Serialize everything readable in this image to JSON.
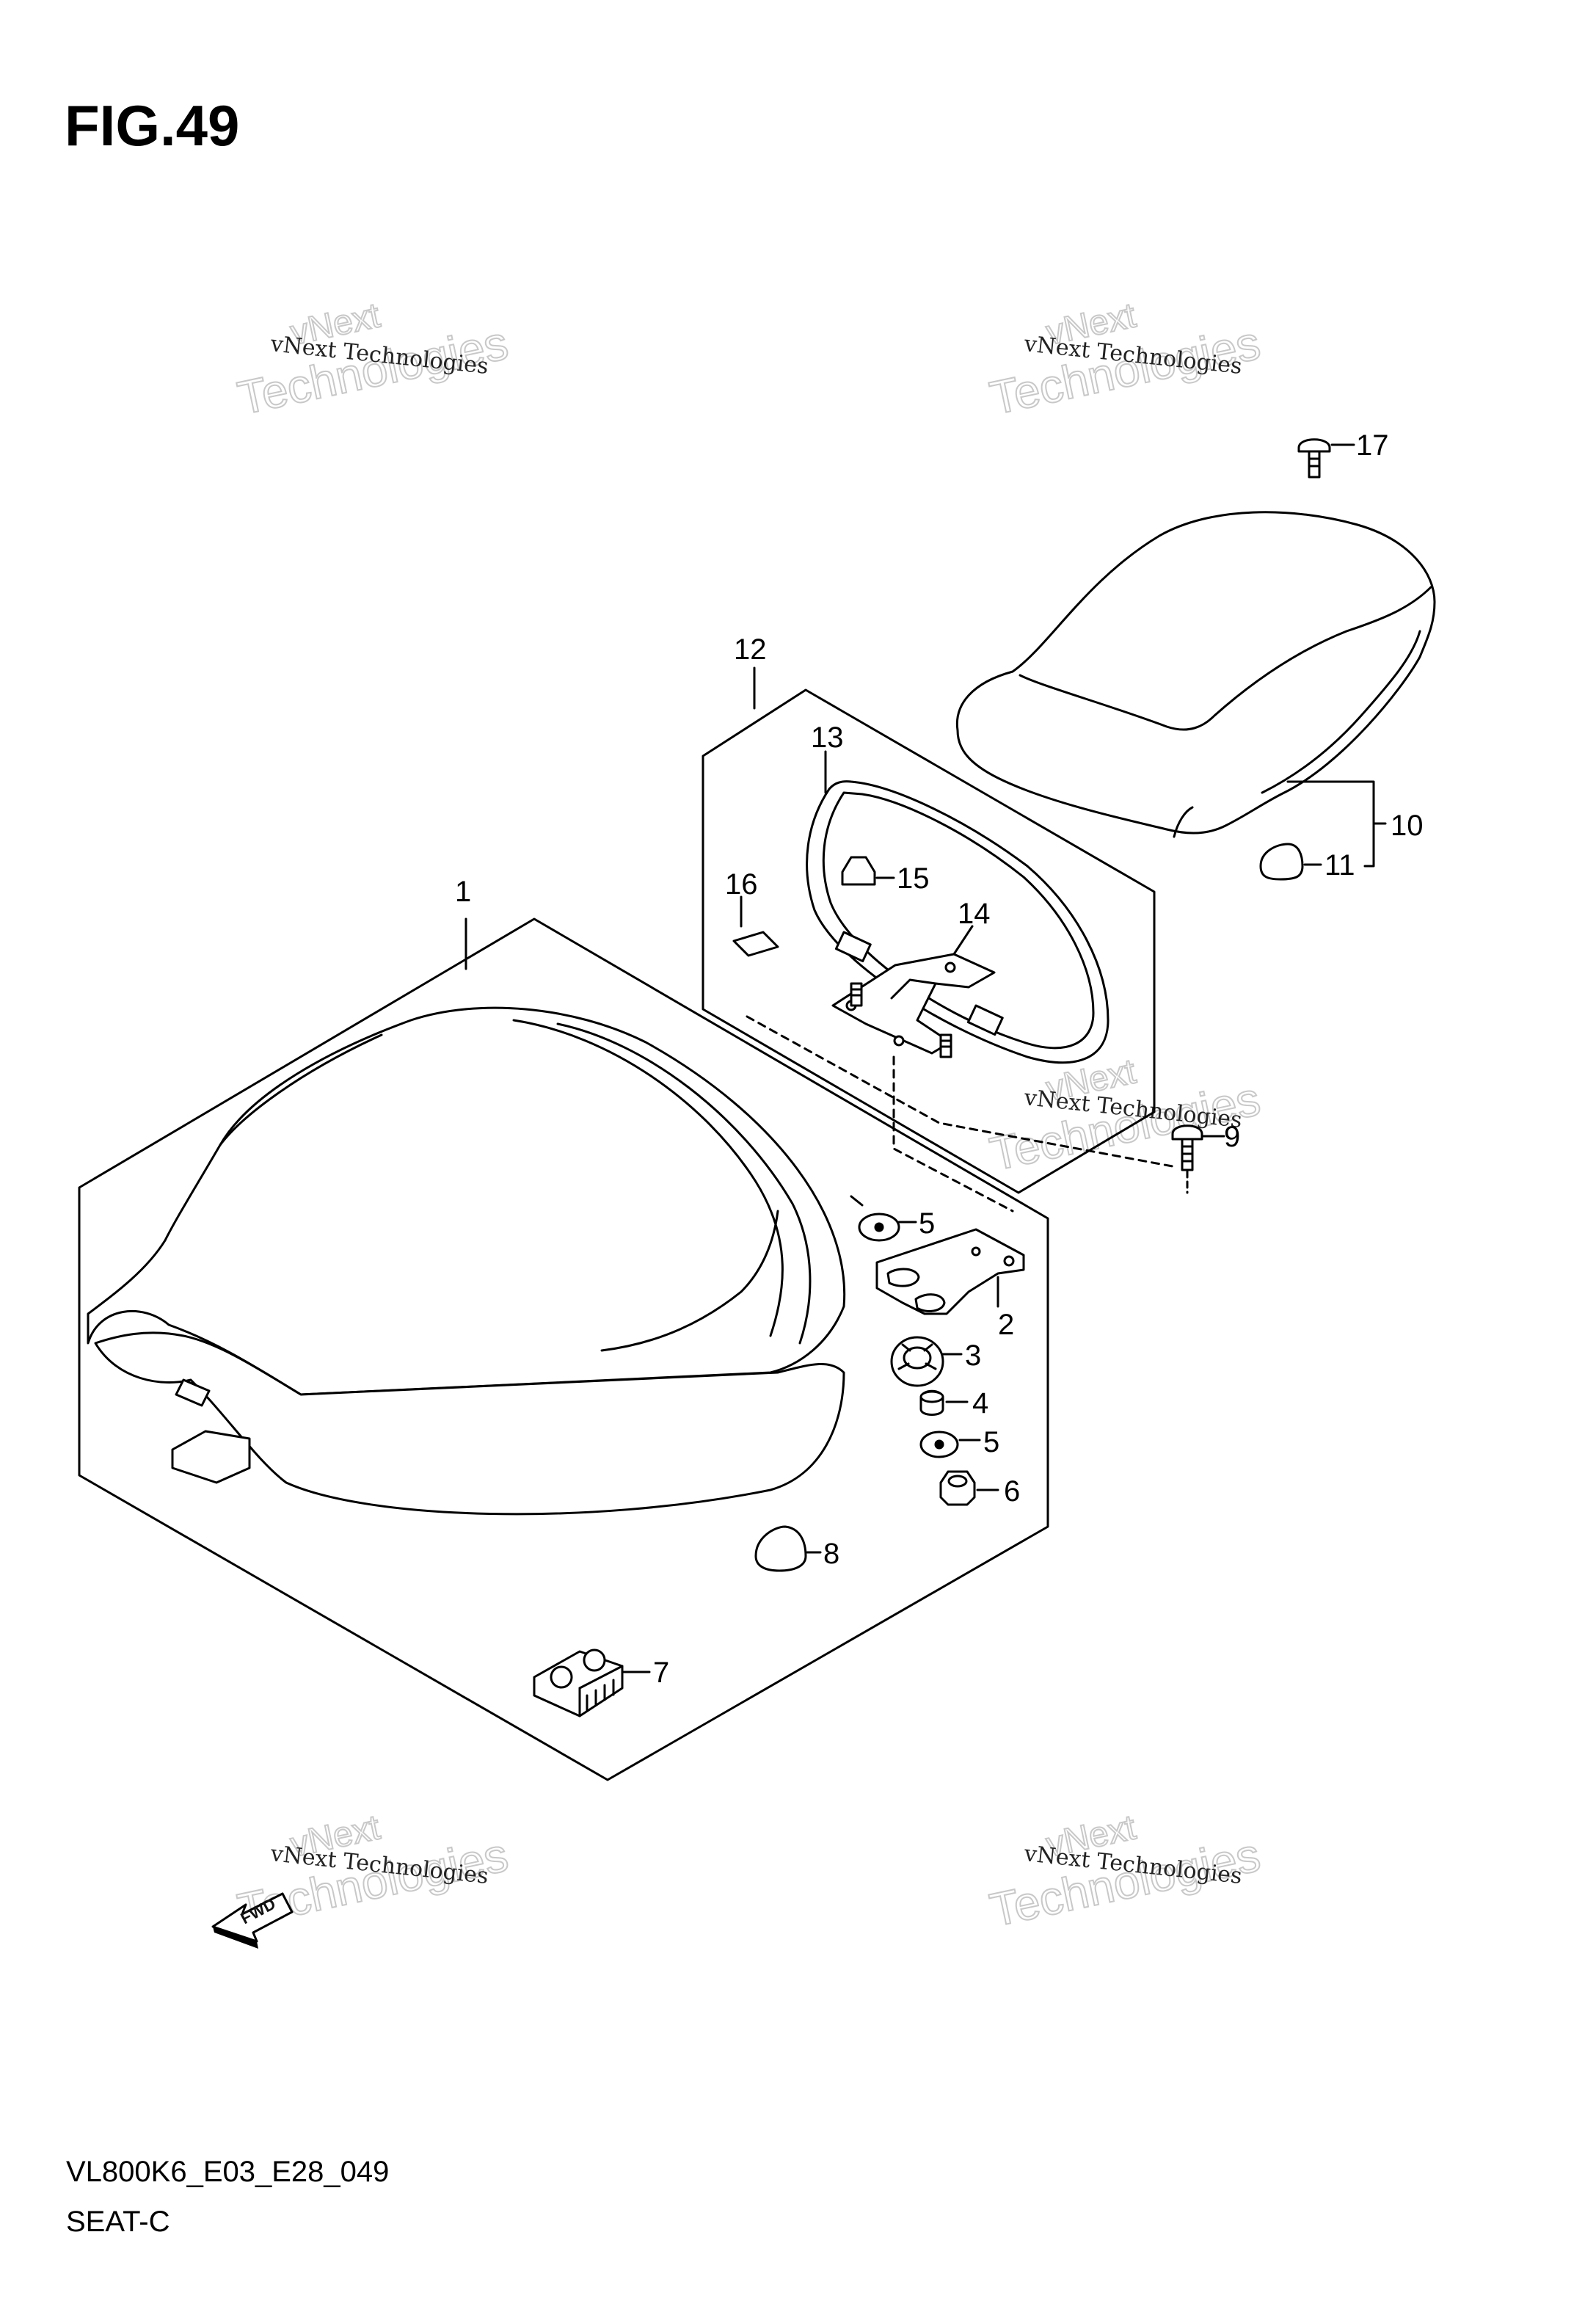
{
  "title": "FIG.49",
  "watermark": {
    "line1": "vNext Technologies",
    "line2": "vNext",
    "line3": "Technologies"
  },
  "callouts": {
    "c1": "1",
    "c2": "2",
    "c3": "3",
    "c4": "4",
    "c5a": "5",
    "c5b": "5",
    "c6": "6",
    "c7": "7",
    "c8": "8",
    "c9": "9",
    "c10": "10",
    "c11": "11",
    "c12": "12",
    "c13": "13",
    "c14": "14",
    "c15": "15",
    "c16": "16",
    "c17": "17"
  },
  "fwd_label": "FWD",
  "footer": {
    "code": "VL800K6_E03_E28_049",
    "name": "SEAT-C"
  }
}
